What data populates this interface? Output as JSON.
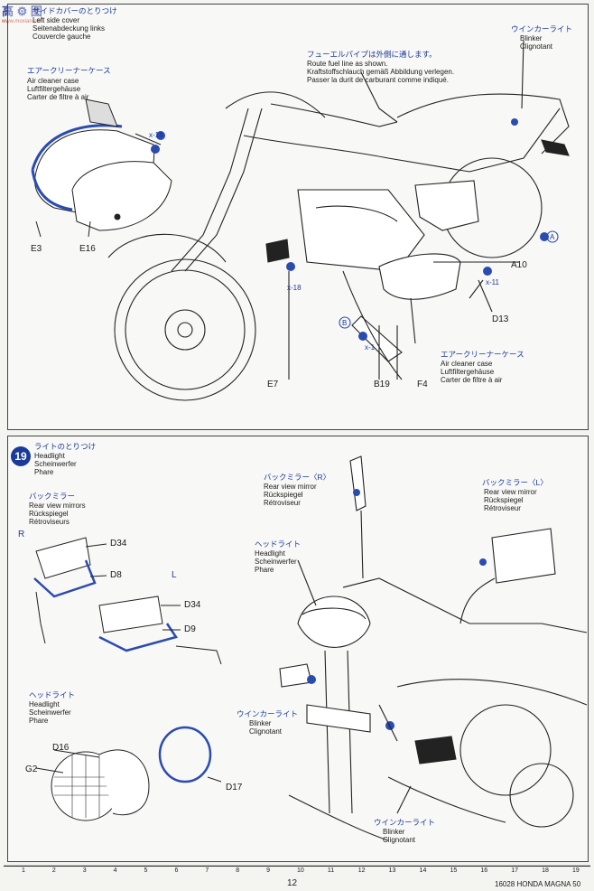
{
  "watermark": {
    "text": "高 ⚙ 图",
    "url": "www.moxian.com"
  },
  "step18": {
    "side_cover_jp": "サイドカバーのとりつけ",
    "side_cover_en": "Left side cover",
    "side_cover_de": "Seitenabdeckung links",
    "side_cover_fr": "Couvercle gauche",
    "air_cleaner_jp": "エアークリーナーケース",
    "air_cleaner_en": "Air cleaner case",
    "air_cleaner_de": "Luftfiltergehäuse",
    "air_cleaner_fr": "Carter de filtre à air",
    "fuel_jp": "フューエルパイプは外側に通します。",
    "fuel_en": "Route fuel line as shown.",
    "fuel_de": "Kraftstoffschlauch gemäß Abbildung verlegen.",
    "fuel_fr": "Passer la durit de carburant comme indiqué.",
    "blinker_jp": "ウインカーライト",
    "blinker_en": "Blinker",
    "blinker_fr": "Clignotant",
    "parts": {
      "e3": "E3",
      "e16": "E16",
      "x18a": "x-18",
      "x18b": "x-18",
      "e7": "E7",
      "b19": "B19",
      "f4": "F4",
      "d13": "D13",
      "a10": "A10",
      "x11": "x-11",
      "x1": "x-1",
      "markA": "A",
      "markB": "B"
    },
    "air_cleaner2_jp": "エアークリーナーケース",
    "air_cleaner2_en": "Air cleaner case",
    "air_cleaner2_de": "Luftfiltergehäuse",
    "air_cleaner2_fr": "Carter de filtre à air"
  },
  "step19": {
    "number": "19",
    "headlight_jp": "ライトのとりつけ",
    "headlight_en": "Headlight",
    "headlight_de": "Scheinwerfer",
    "headlight_fr": "Phare",
    "mirrors_jp": "バックミラー",
    "mirrors_en": "Rear view mirrors",
    "mirrors_de": "Rückspiegel",
    "mirrors_fr": "Rétroviseurs",
    "r_mark": "R",
    "l_mark": "L",
    "parts": {
      "d34a": "D34",
      "d8": "D8",
      "d34b": "D34",
      "d9": "D9",
      "d16": "D16",
      "g2": "G2",
      "d17": "D17"
    },
    "headlight2_jp": "ヘッドライト",
    "headlight2_en": "Headlight",
    "headlight2_de": "Scheinwerfer",
    "headlight2_fr": "Phare",
    "mirror_r_jp": "バックミラー〈R〉",
    "mirror_r_en": "Rear view mirror",
    "mirror_r_de": "Rückspiegel",
    "mirror_r_fr": "Rétroviseur",
    "mirror_l_jp": "バックミラー〈L〉",
    "mirror_l_en": "Rear view mirror",
    "mirror_l_de": "Rückspiegel",
    "mirror_l_fr": "Rétroviseur",
    "headlight3_jp": "ヘッドライト",
    "headlight3_en": "Headlight",
    "headlight3_de": "Scheinwerfer",
    "headlight3_fr": "Phare",
    "blinker1_jp": "ウインカーライト",
    "blinker1_en": "Blinker",
    "blinker1_fr": "Clignotant",
    "blinker2_jp": "ウインカーライト",
    "blinker2_en": "Blinker",
    "blinker2_fr": "Clignotant"
  },
  "footer": {
    "page": "12",
    "model": "16028 HONDA MAGNA 50"
  },
  "ruler": [
    "1",
    "2",
    "3",
    "4",
    "5",
    "6",
    "7",
    "8",
    "9",
    "10",
    "11",
    "12",
    "13",
    "14",
    "15",
    "16",
    "17",
    "18",
    "19"
  ]
}
